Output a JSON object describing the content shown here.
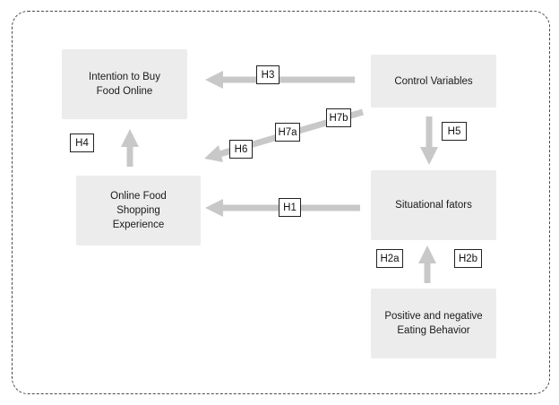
{
  "diagram": {
    "nodes": {
      "intention": "Intention to Buy\nFood Online",
      "control": "Control Variables",
      "experience": "Online Food\nShopping\nExperience",
      "situational": "Situational fators",
      "eating": "Positive and negative\nEating Behavior"
    },
    "hypotheses": {
      "h1": "H1",
      "h2a": "H2a",
      "h2b": "H2b",
      "h3": "H3",
      "h4": "H4",
      "h5": "H5",
      "h6": "H6",
      "h7a": "H7a",
      "h7b": "H7b"
    },
    "colors": {
      "node_fill": "#ececec",
      "arrow": "#c8c8c8",
      "border": "#4a4a4a"
    }
  }
}
